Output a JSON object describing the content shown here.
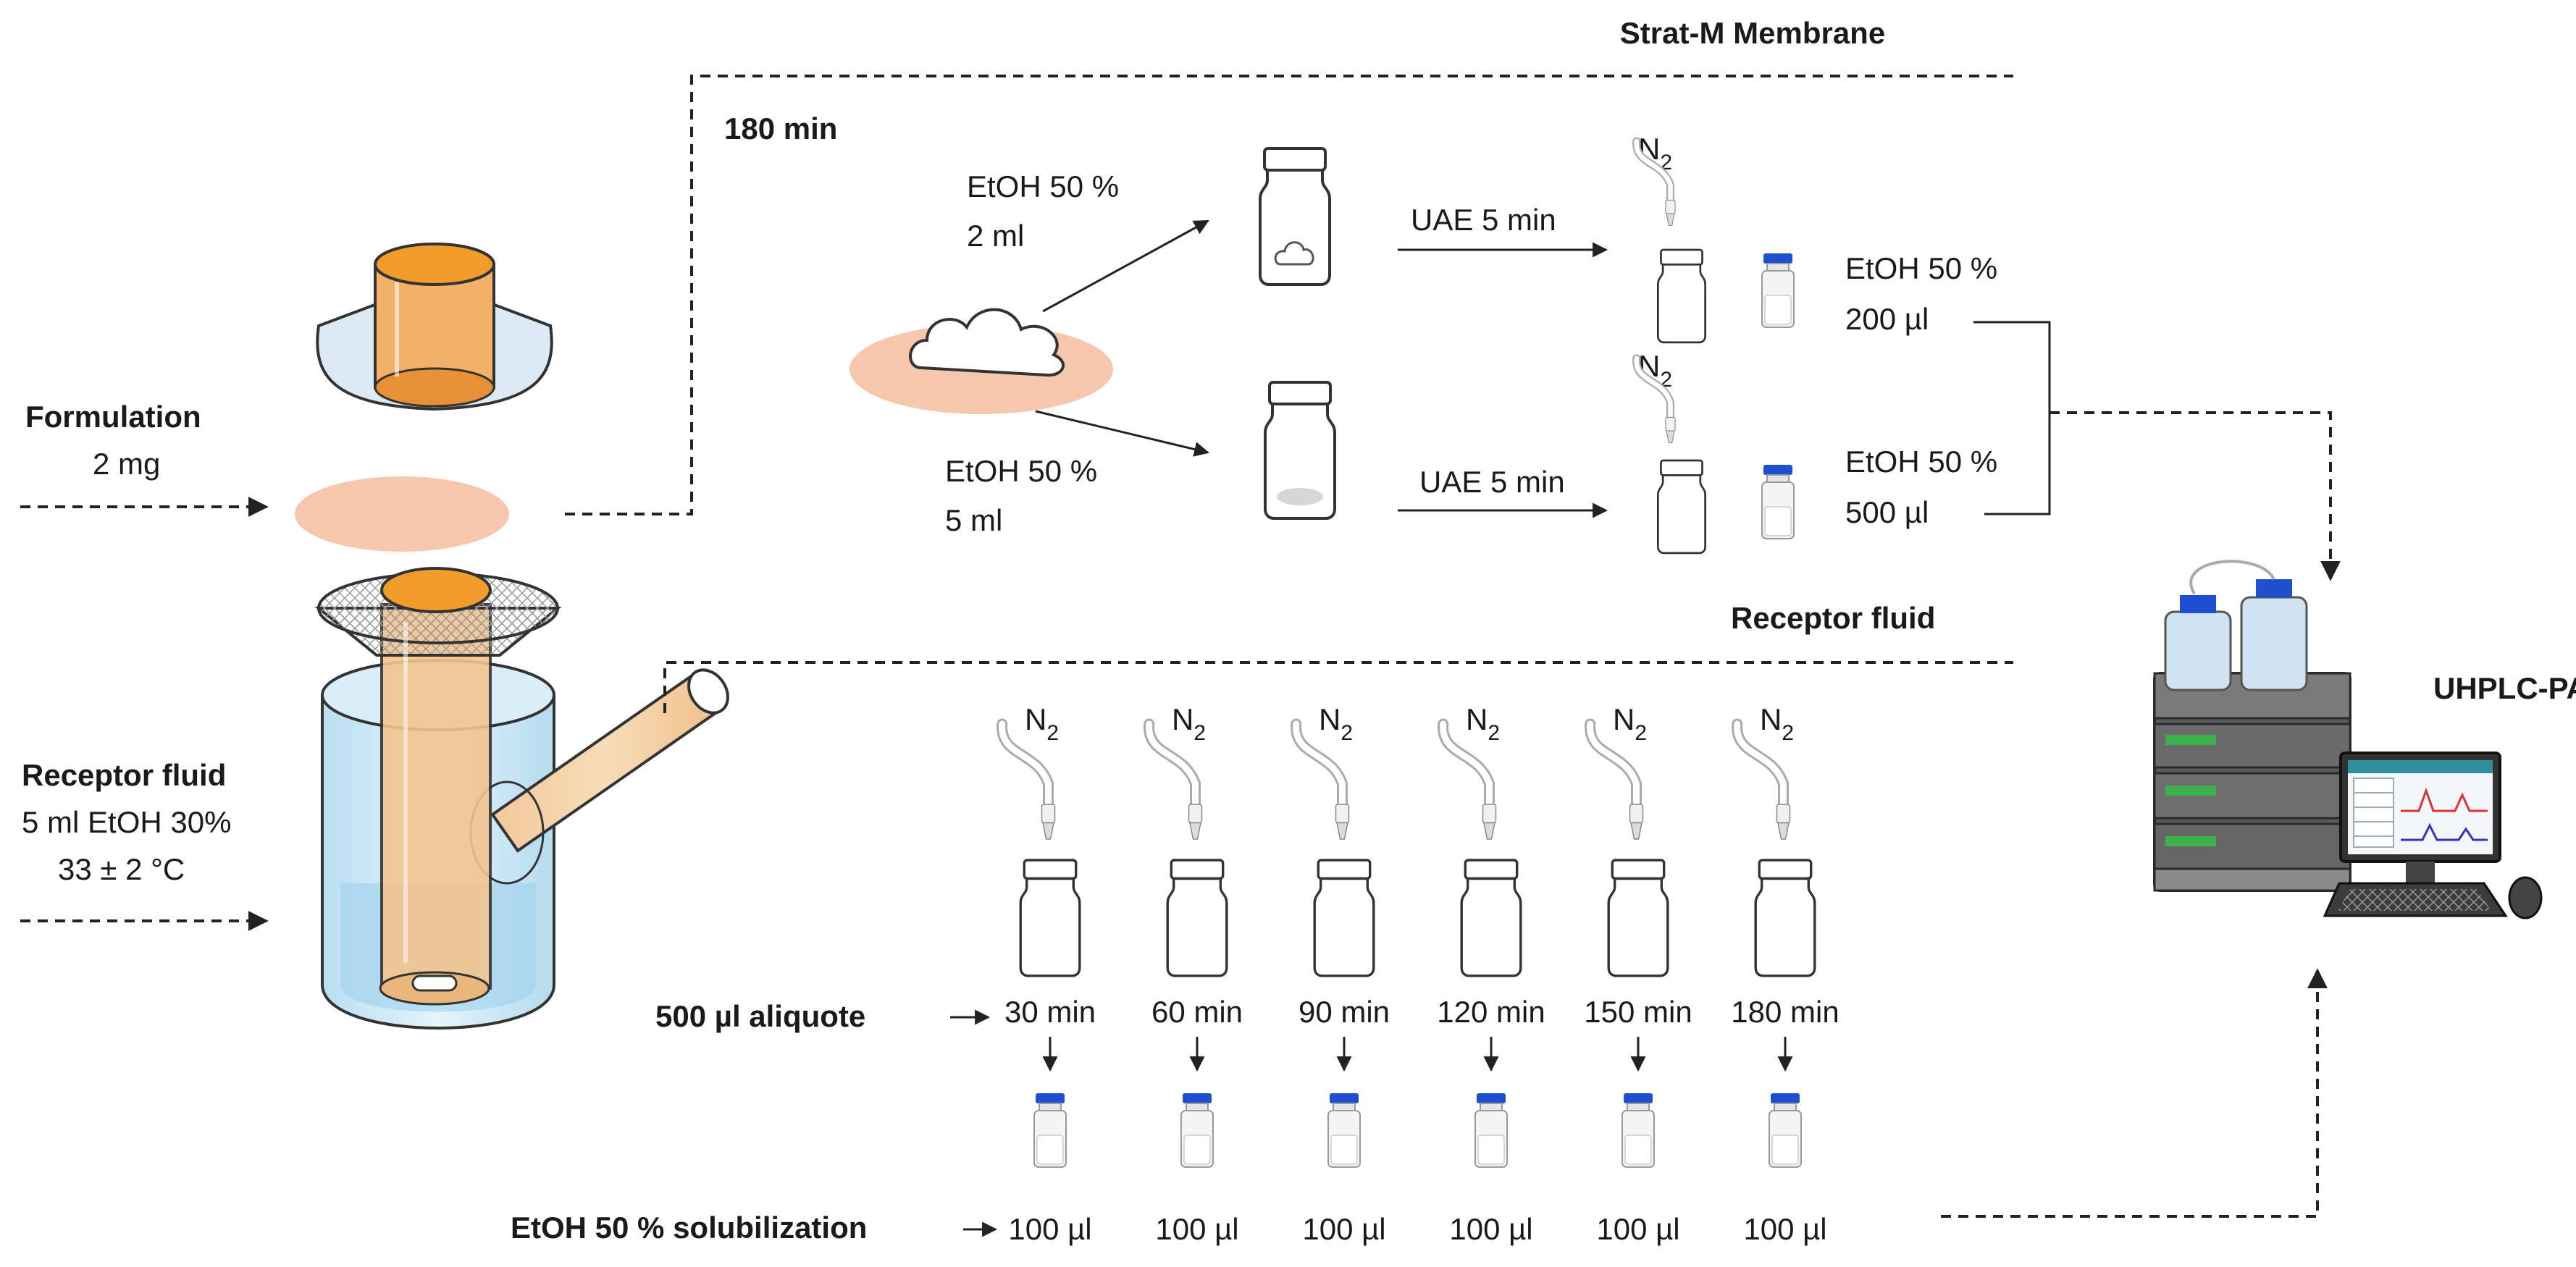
{
  "strat_m": {
    "title": "Strat-M Membrane",
    "time": "180 min",
    "branch_top": {
      "solvent": "EtOH 50 %",
      "volume": "2 ml",
      "step": "UAE 5 min",
      "gas_base": "N",
      "gas_sub": "2",
      "final_solvent": "EtOH 50 %",
      "final_volume": "200 µl"
    },
    "branch_bottom": {
      "solvent": "EtOH 50 %",
      "volume": "5 ml",
      "step": "UAE 5 min",
      "gas_base": "N",
      "gas_sub": "2",
      "final_solvent": "EtOH 50 %",
      "final_volume": "500 µl"
    }
  },
  "formulation": {
    "label": "Formulation",
    "amount": "2 mg"
  },
  "receptor_left": {
    "label": "Receptor fluid",
    "composition": "5 ml EtOH 30%",
    "temperature": "33 ± 2 °C"
  },
  "receptor_section": {
    "title": "Receptor fluid",
    "aliquot_label": "500 µl  aliquote",
    "solubilization_label": "EtOH 50 % solubilization",
    "gas_base": "N",
    "gas_sub": "2",
    "timepoints": [
      {
        "time": "30 min",
        "volume": "100 µl"
      },
      {
        "time": "60 min",
        "volume": "100 µl"
      },
      {
        "time": "90 min",
        "volume": "100 µl"
      },
      {
        "time": "120 min",
        "volume": "100 µl"
      },
      {
        "time": "150 min",
        "volume": "100 µl"
      },
      {
        "time": "180 min",
        "volume": "100 µl"
      }
    ]
  },
  "instrument": {
    "label": "UHPLC-PAD"
  },
  "colors": {
    "membrane": "#f6c7ad",
    "orange": "#f29c2c",
    "cell_blue": "#cfe9f6",
    "vial_cap": "#1f4fd1"
  }
}
